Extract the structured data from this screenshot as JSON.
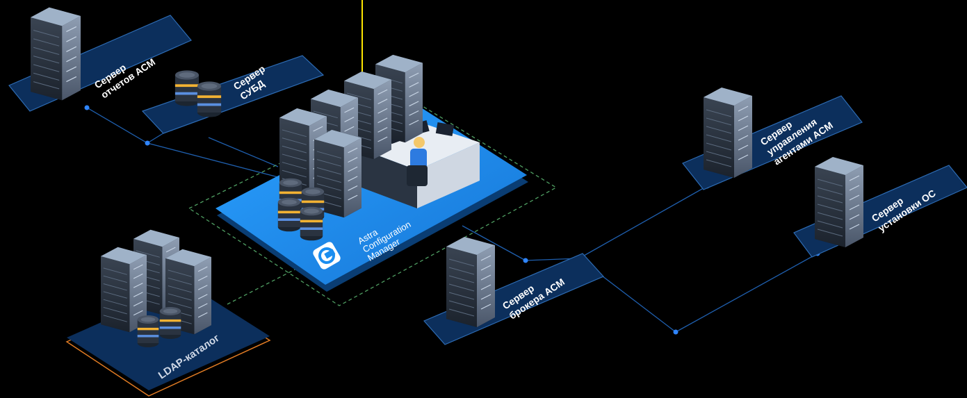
{
  "diagram": {
    "nodes": {
      "report_server": {
        "line1": "Сервер",
        "line2": "отчетов ACM"
      },
      "dbms_server": {
        "line1": "Сервер",
        "line2": "СУБД"
      },
      "agent_mgmt_server": {
        "line1": "Сервер",
        "line2": "управления",
        "line3": "агентами ACM"
      },
      "os_install_server": {
        "line1": "Сервер",
        "line2": "установки ОС"
      },
      "broker_server": {
        "line1": "Сервер",
        "line2": "брокера ACM"
      },
      "ldap_catalog": {
        "label": "LDAP-каталог"
      },
      "acm_hub": {
        "line1": "Astra",
        "line2": "Configuration",
        "line3": "Manager"
      }
    },
    "colors": {
      "background": "#000000",
      "card": "#0c2f5c",
      "card_border": "#2d6bb3",
      "hub": "#1b8ef0",
      "link": "#2f7fe0",
      "dashed": "#4f9e62",
      "ldap_accent": "#e07b24",
      "top_line": "#ffe600"
    }
  }
}
